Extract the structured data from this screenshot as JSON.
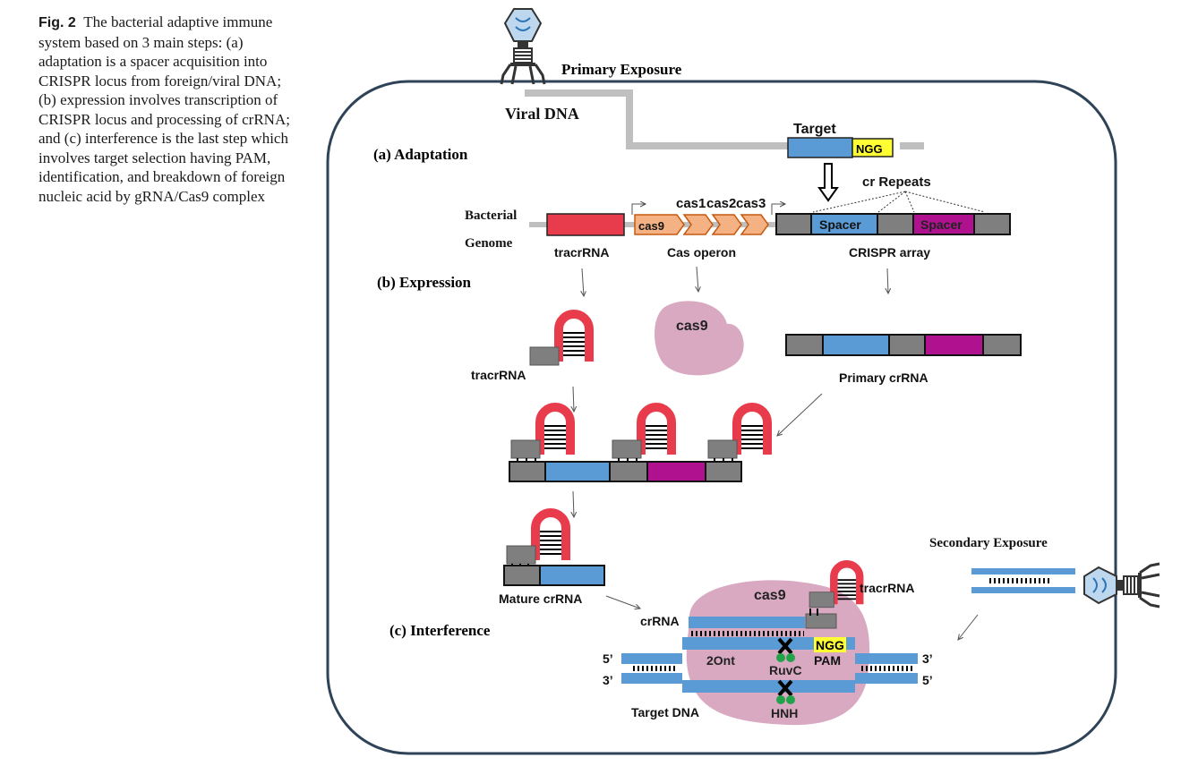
{
  "caption": {
    "fig_label": "Fig. 2",
    "text": "The bacterial adaptive immune system based on 3 main steps: (a) adaptation is a spacer acquisition into CRISPR locus from foreign/viral DNA; (b) expression involves transcription of CRISPR locus and processing of crRNA; and (c) interference is the last step which involves target selection having PAM, identification, and breakdown of foreign nucleic acid by gRNA/Cas9 complex"
  },
  "labels": {
    "primary_exposure": "Primary Exposure",
    "viral_dna": "Viral  DNA",
    "target": "Target",
    "ngg": "NGG",
    "adaptation": "(a) Adaptation",
    "cr_repeats": "cr Repeats",
    "bacterial": "Bacterial",
    "genome": "Genome",
    "cas9": "cas9",
    "cas1": "cas1",
    "cas2": "cas2",
    "cas3": "cas3",
    "spacer": "Spacer",
    "tracrrna": "tracrRNA",
    "cas_operon": "Cas operon",
    "crispr_array": "CRISPR array",
    "expression": "(b) Expression",
    "primary_crrna": "Primary crRNA",
    "mature_crrna": "Mature crRNA",
    "secondary_exposure": "Secondary Exposure",
    "interference": "(c) Interference",
    "crrna": "crRNA",
    "five_prime": "5’",
    "three_prime": "3’",
    "twenty_nt": "2Ont",
    "ruvc": "RuvC",
    "pam": "PAM",
    "hnh": "HNH",
    "target_dna": "Target DNA"
  },
  "colors": {
    "cell_border": "#2f4358",
    "spacer_blue": "#5b9bd5",
    "spacer_magenta": "#b0128f",
    "repeat_gray": "#7f7f7f",
    "tracr_red": "#e83b4b",
    "cas_orange": "#f4b183",
    "cas9_pink": "#d9a9c2",
    "ngg_yellow": "#ffff33",
    "nuclease_green": "#22a34a",
    "viral_dna_gray": "#bfbfbf"
  }
}
